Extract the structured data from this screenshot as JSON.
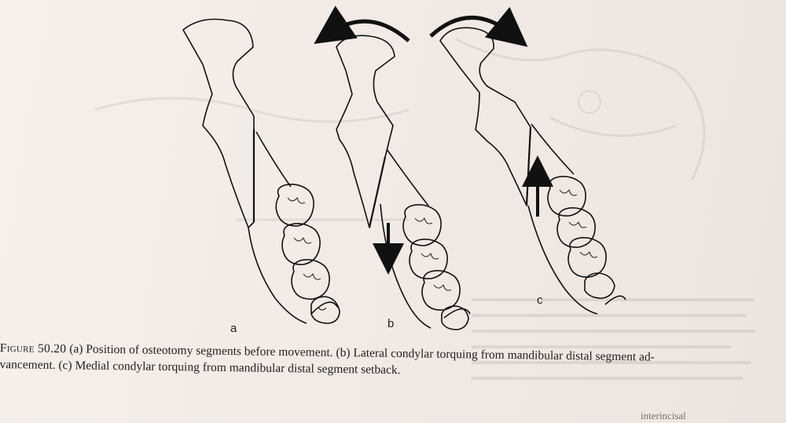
{
  "figure": {
    "panel_labels": {
      "a": "a",
      "b": "b",
      "c": "c"
    },
    "caption": {
      "label": "Figure 50.20",
      "line1": "(a) Position of osteotomy segments before movement. (b) Lateral condylar torquing from mandibular distal segment ad-",
      "line2": "vancement. (c) Medial condylar torquing from mandibular distal segment setback."
    },
    "bottom_text": "interincisal"
  },
  "colors": {
    "paper": "#f3ece7",
    "ink": "#111111",
    "caption_ink": "#1e1e1e"
  }
}
